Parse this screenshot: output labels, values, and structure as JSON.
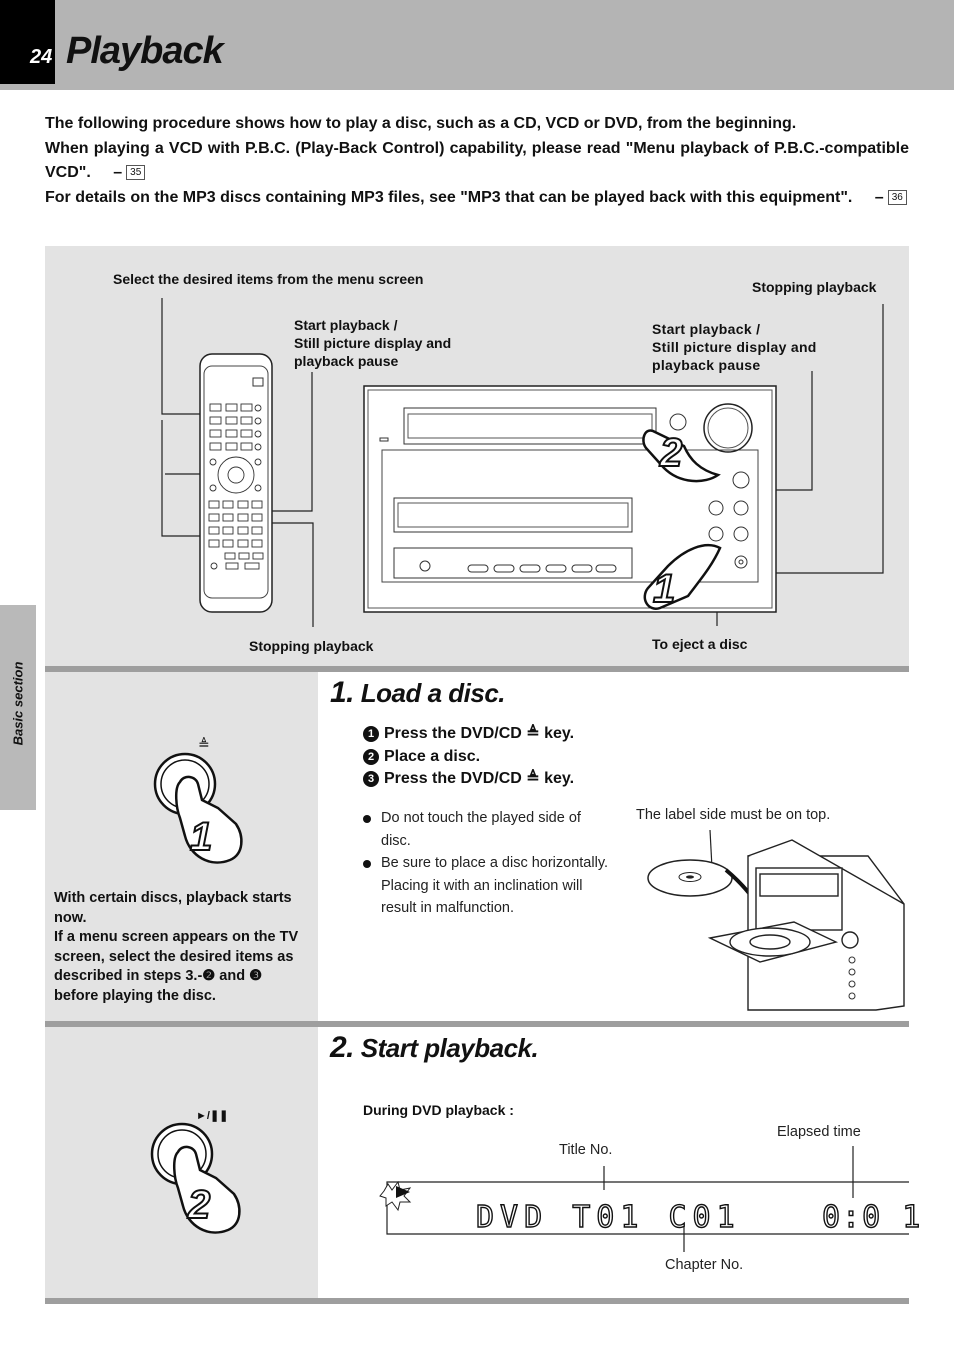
{
  "header": {
    "page_number": "24",
    "title": "Playback"
  },
  "side_tab": "Basic section",
  "intro": {
    "line1": "The following procedure shows how to play a disc, such as a CD, VCD or DVD, from the beginning.",
    "line2": "When playing a VCD with P.B.C. (Play-Back Control) capability, please read \"Menu playback of P.B.C.-compatible VCD\".",
    "ref1_prefix": "–",
    "ref1": "35",
    "line3": "For details on the MP3 discs containing MP3 files, see \"MP3 that can be played back with this equipment\".",
    "ref2_prefix": "–",
    "ref2": "36"
  },
  "diagram": {
    "label_select_menu": "Select the desired items from the menu screen",
    "label_stop_right": "Stopping playback",
    "label_start_remote": "Start playback /\nStill picture display and\nplayback pause",
    "label_start_unit": "Start playback /\nStill picture display and\nplayback pause",
    "label_stop_bottom": "Stopping playback",
    "label_eject": "To eject a disc",
    "hand_1": "1",
    "hand_2": "2"
  },
  "step1": {
    "number": "1.",
    "title": "Load a disc.",
    "sub1_num": "1",
    "sub1": "Press the DVD/CD ≜ key.",
    "sub2_num": "2",
    "sub2": "Place a disc.",
    "sub3_num": "3",
    "sub3": "Press the DVD/CD ≜ key.",
    "bullet1": "Do not touch the played side of disc.",
    "bullet2": "Be sure to place a disc horizontally. Placing it with an inclination will result in malfunction.",
    "label_side": "The label side must be on top.",
    "key_symbol": "≜",
    "hand": "1",
    "note": "With certain discs, playback starts now.\nIf a menu screen appears on the TV screen, select the desired items as described in steps 3.-❷ and ❸ before playing the disc."
  },
  "step2": {
    "number": "2.",
    "title": "Start playback.",
    "key_symbol": "►/❚❚",
    "hand": "2",
    "during": "During DVD playback :",
    "label_title_no": "Title No.",
    "label_elapsed": "Elapsed time",
    "label_chapter": "Chapter No.",
    "display_text": "DVD T01 C01",
    "display_time": "0:0 1"
  }
}
